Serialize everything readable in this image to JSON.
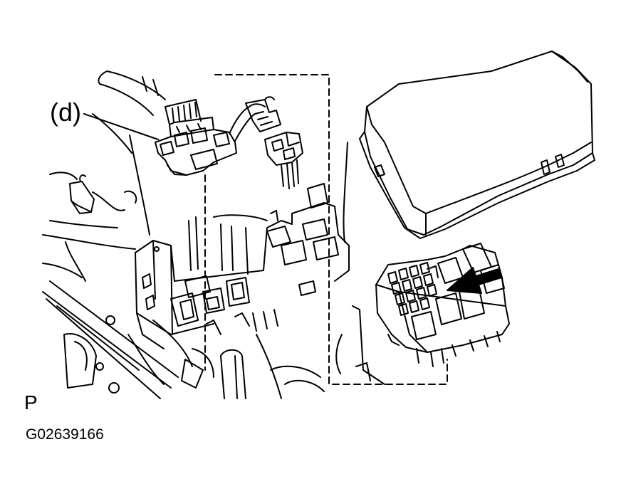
{
  "callout": {
    "label": "(d)"
  },
  "view_marker": "P",
  "figure_code": "G02639166",
  "colors": {
    "ink": "#000000",
    "paper": "#ffffff"
  }
}
